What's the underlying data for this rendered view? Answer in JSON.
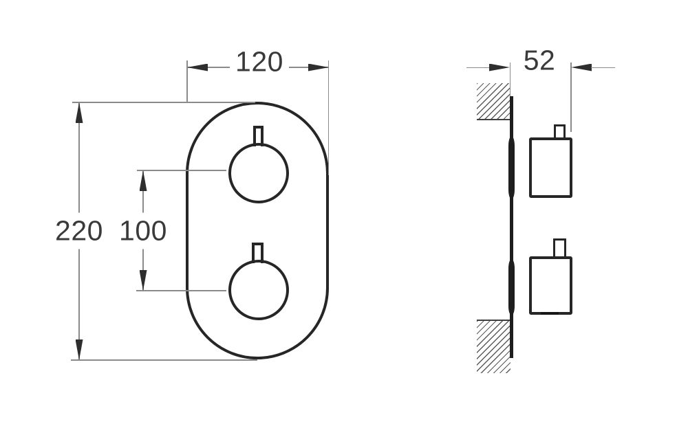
{
  "drawing": {
    "type": "technical dimension drawing",
    "subject": "thermostatic mixer trim plate with two knobs",
    "views": {
      "front": {
        "name": "front view"
      },
      "side": {
        "name": "side / wall section view"
      }
    }
  },
  "dimensions": {
    "plate_width": "120",
    "plate_height": "220",
    "knob_spacing": "100",
    "depth_from_wall": "52"
  },
  "colors": {
    "background": "#ffffff",
    "part_outline": "#262626",
    "dimension_line": "#8a8a8a",
    "arrowhead": "#2e2e2e",
    "dimension_text": "#3a3a3a",
    "wall_hatch": "#5a5a5a"
  }
}
